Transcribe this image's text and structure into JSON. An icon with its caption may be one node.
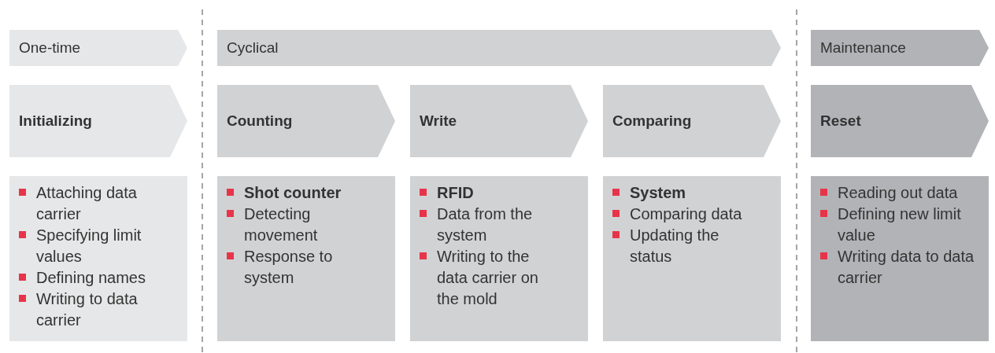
{
  "diagram": {
    "nodes": [
      {
        "text": [
          "One-time"
        ]
      },
      {
        "text": [
          "Cyclical"
        ]
      },
      {
        "text": [
          "Maintenance"
        ]
      },
      {
        "text": [
          "Initializing"
        ]
      },
      {
        "text": [
          "Counting"
        ]
      },
      {
        "text": [
          "Write"
        ]
      },
      {
        "text": [
          "Comparing"
        ]
      },
      {
        "text": [
          "Reset"
        ]
      },
      {
        "text": [
          "Attaching data carrier",
          "Specifying limit values",
          "Defining names",
          "Writing to data carrier"
        ]
      },
      {
        "text": [
          "Shot counter",
          "Detecting movement",
          "Response to system"
        ]
      },
      {
        "text": [
          "RFID",
          "Data from the system",
          "Writing to the data carrier on the mold"
        ]
      },
      {
        "text": [
          "System",
          "Comparing data",
          "Updating the status"
        ]
      },
      {
        "text": [
          "Reading out data",
          "Defining new limit value",
          "Writing data to data carrier"
        ]
      }
    ]
  }
}
